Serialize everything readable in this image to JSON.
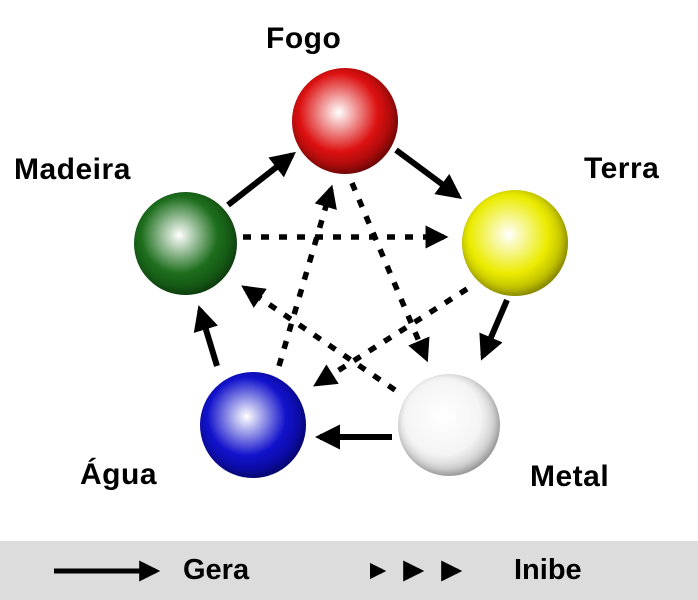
{
  "diagram": {
    "name": "five-elements-cycle",
    "elements": [
      {
        "id": "fogo",
        "label": "Fogo",
        "color": "#dd1111",
        "edge": "#3c0000"
      },
      {
        "id": "terra",
        "label": "Terra",
        "color": "#ebeb00",
        "edge": "#6b6b00"
      },
      {
        "id": "metal",
        "label": "Metal",
        "color": "#f4f4f4",
        "edge": "#8a8a8a"
      },
      {
        "id": "agua",
        "label": "Água",
        "color": "#1212cc",
        "edge": "#00004d"
      },
      {
        "id": "madeira",
        "label": "Madeira",
        "color": "#1d6e1d",
        "edge": "#052b05"
      }
    ],
    "cycles": {
      "gera": {
        "label": "Gera",
        "style": "solid-arrow",
        "pairs": [
          [
            "Madeira",
            "Fogo"
          ],
          [
            "Fogo",
            "Terra"
          ],
          [
            "Terra",
            "Metal"
          ],
          [
            "Metal",
            "Água"
          ],
          [
            "Água",
            "Madeira"
          ]
        ]
      },
      "inibe": {
        "label": "Inibe",
        "style": "dashed-arrow",
        "pairs": [
          [
            "Madeira",
            "Terra"
          ],
          [
            "Fogo",
            "Metal"
          ],
          [
            "Terra",
            "Água"
          ],
          [
            "Água",
            "Fogo"
          ],
          [
            "Metal",
            "Madeira"
          ]
        ]
      }
    }
  },
  "legend": {
    "gera_label": "Gera",
    "inibe_label": "Inibe"
  },
  "colors": {
    "background": "#ffffff",
    "legend_bar": "#dcdcdc",
    "arrow": "#000000",
    "text": "#000000"
  }
}
